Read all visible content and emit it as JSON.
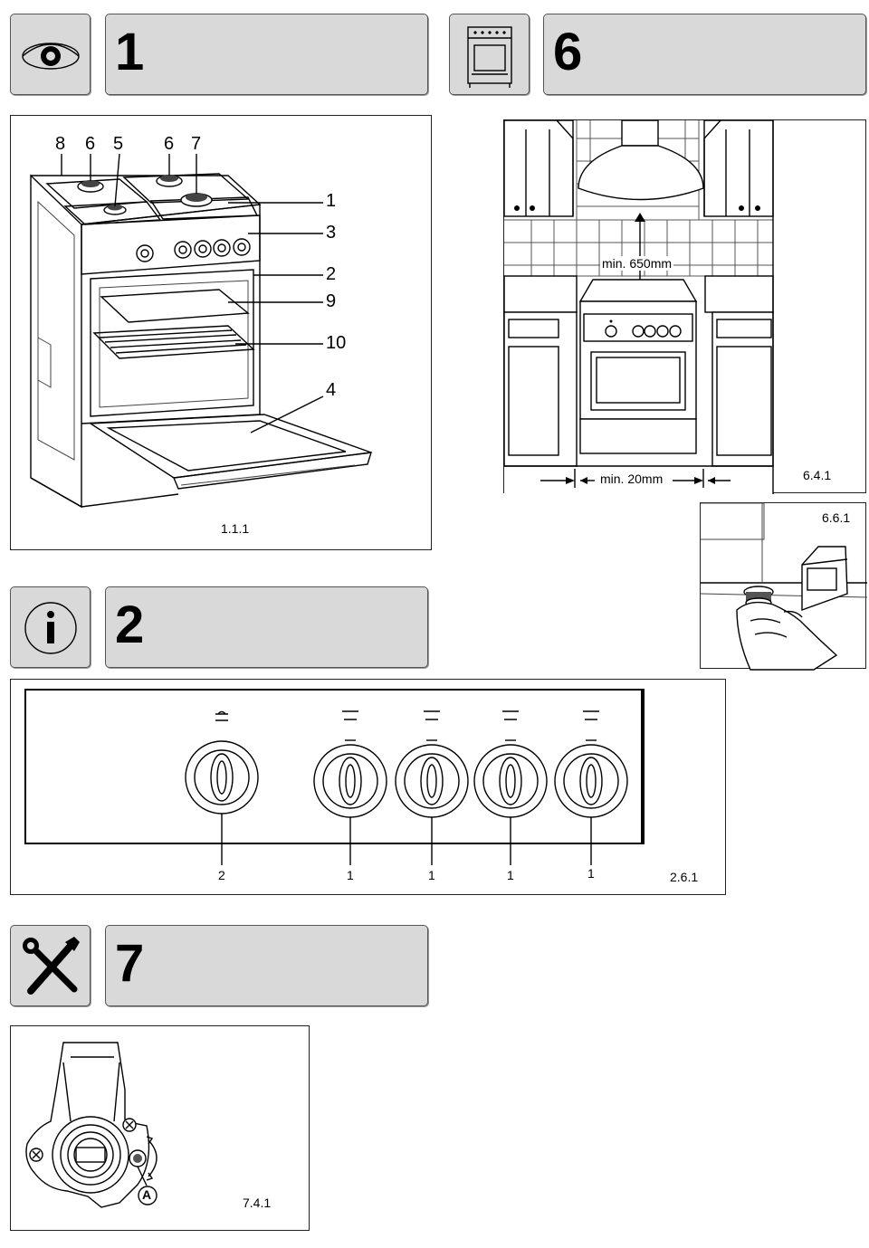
{
  "section1": {
    "number": "1",
    "icon": "eye-icon"
  },
  "section6": {
    "number": "6",
    "icon": "cooker-icon"
  },
  "section2": {
    "number": "2",
    "icon": "info-icon"
  },
  "section7": {
    "number": "7",
    "icon": "wrench-screwdriver-icon"
  },
  "fig111": {
    "caption": "1.1.1",
    "top_labels": [
      "8",
      "6",
      "5",
      "6",
      "7"
    ],
    "side_labels": [
      "1",
      "3",
      "2",
      "9",
      "10",
      "4"
    ]
  },
  "fig641": {
    "caption": "6.4.1",
    "dim_height": "min. 650mm",
    "dim_width": "min. 20mm"
  },
  "fig661": {
    "caption": "6.6.1"
  },
  "fig261": {
    "caption": "2.6.1",
    "knob_labels": [
      "2",
      "1",
      "1",
      "1",
      "1"
    ]
  },
  "fig741": {
    "caption": "7.4.1",
    "marker": "A"
  }
}
